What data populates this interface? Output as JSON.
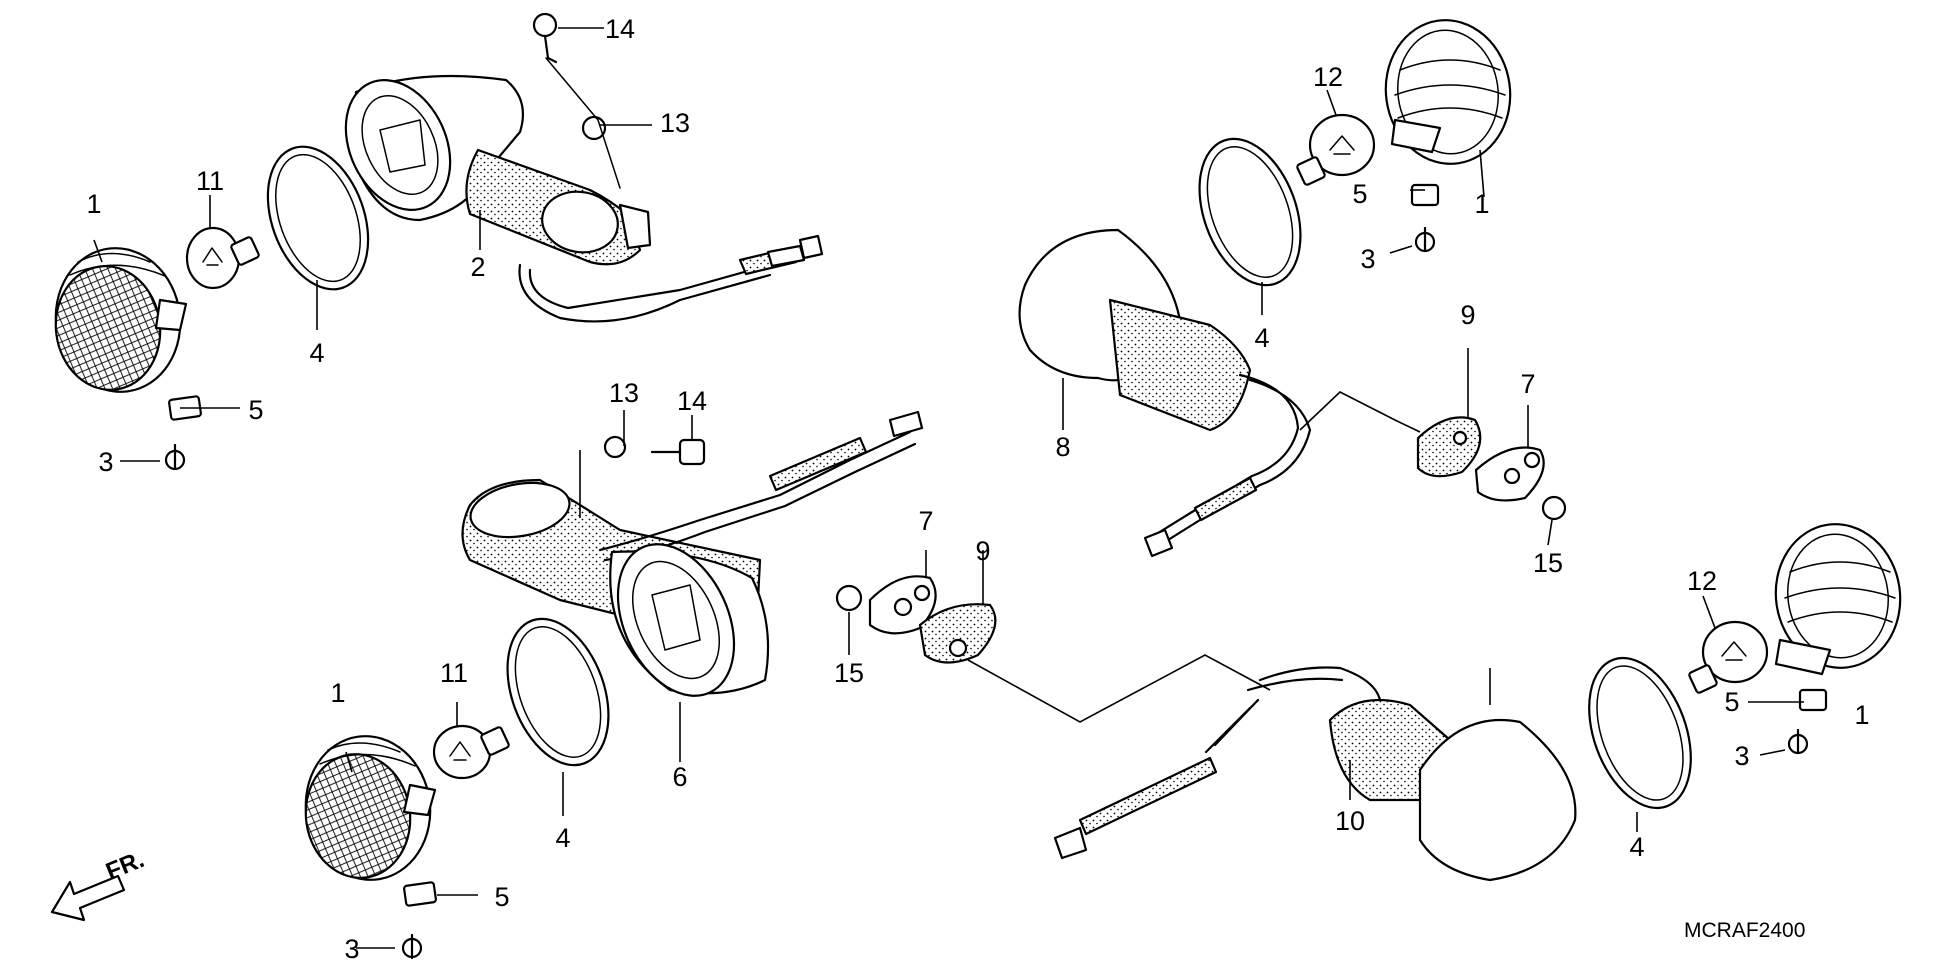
{
  "diagram": {
    "drawing_code": "MCRAF2400",
    "direction_label": "FR.",
    "callouts": [
      {
        "id": "c1a",
        "label": "1"
      },
      {
        "id": "c1b",
        "label": "1"
      },
      {
        "id": "c1c",
        "label": "1"
      },
      {
        "id": "c1d",
        "label": "1"
      },
      {
        "id": "c2",
        "label": "2"
      },
      {
        "id": "c3a",
        "label": "3"
      },
      {
        "id": "c3b",
        "label": "3"
      },
      {
        "id": "c3c",
        "label": "3"
      },
      {
        "id": "c3d",
        "label": "3"
      },
      {
        "id": "c4a",
        "label": "4"
      },
      {
        "id": "c4b",
        "label": "4"
      },
      {
        "id": "c4c",
        "label": "4"
      },
      {
        "id": "c4d",
        "label": "4"
      },
      {
        "id": "c5a",
        "label": "5"
      },
      {
        "id": "c5b",
        "label": "5"
      },
      {
        "id": "c5c",
        "label": "5"
      },
      {
        "id": "c5d",
        "label": "5"
      },
      {
        "id": "c6",
        "label": "6"
      },
      {
        "id": "c7a",
        "label": "7"
      },
      {
        "id": "c7b",
        "label": "7"
      },
      {
        "id": "c8",
        "label": "8"
      },
      {
        "id": "c9a",
        "label": "9"
      },
      {
        "id": "c9b",
        "label": "9"
      },
      {
        "id": "c10",
        "label": "10"
      },
      {
        "id": "c11a",
        "label": "11"
      },
      {
        "id": "c11b",
        "label": "11"
      },
      {
        "id": "c12a",
        "label": "12"
      },
      {
        "id": "c12b",
        "label": "12"
      },
      {
        "id": "c13a",
        "label": "13"
      },
      {
        "id": "c13b",
        "label": "13"
      },
      {
        "id": "c14a",
        "label": "14"
      },
      {
        "id": "c14b",
        "label": "14"
      },
      {
        "id": "c15a",
        "label": "15"
      },
      {
        "id": "c15b",
        "label": "15"
      }
    ]
  }
}
